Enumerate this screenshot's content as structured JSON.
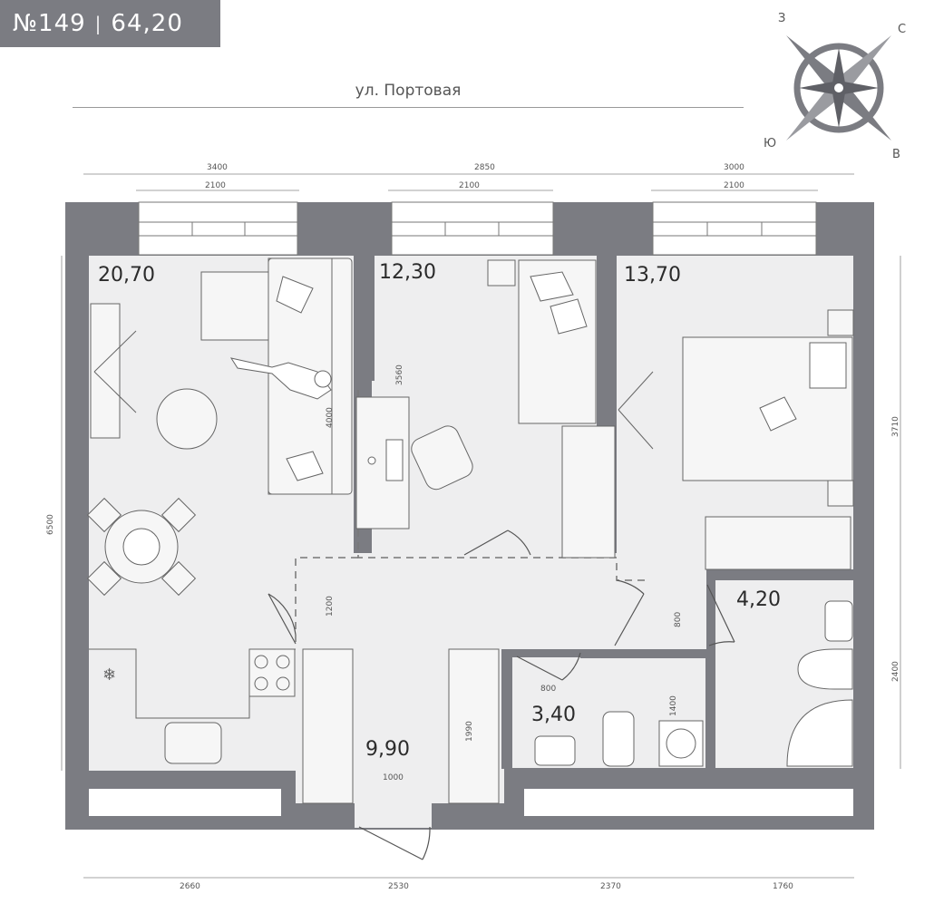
{
  "header": {
    "apt_number": "№149",
    "total_area": "64,20"
  },
  "street": "ул. Портовая",
  "compass": {
    "north": "С",
    "east": "В",
    "south": "Ю",
    "west": "З"
  },
  "rooms": [
    {
      "id": "living",
      "area": "20,70"
    },
    {
      "id": "bedroom2",
      "area": "12,30"
    },
    {
      "id": "bedroom1",
      "area": "13,70"
    },
    {
      "id": "bathroom",
      "area": "4,20"
    },
    {
      "id": "wc",
      "area": "3,40"
    },
    {
      "id": "hall",
      "area": "9,90"
    }
  ],
  "dimensions": {
    "top_outer": [
      "3400",
      "2850",
      "3000"
    ],
    "top_window": [
      "2100",
      "2100",
      "2100"
    ],
    "bottom": [
      "2660",
      "2530",
      "2370",
      "1760"
    ],
    "left": "6500",
    "right": [
      "3710",
      "2400"
    ],
    "interior": [
      "3560",
      "4000",
      "1200",
      "800",
      "800",
      "1400",
      "1990",
      "1000"
    ]
  },
  "colors": {
    "wall": "#7b7c82",
    "floor": "#eeeeef",
    "line": "#555555",
    "badge": "#7b7c82"
  }
}
